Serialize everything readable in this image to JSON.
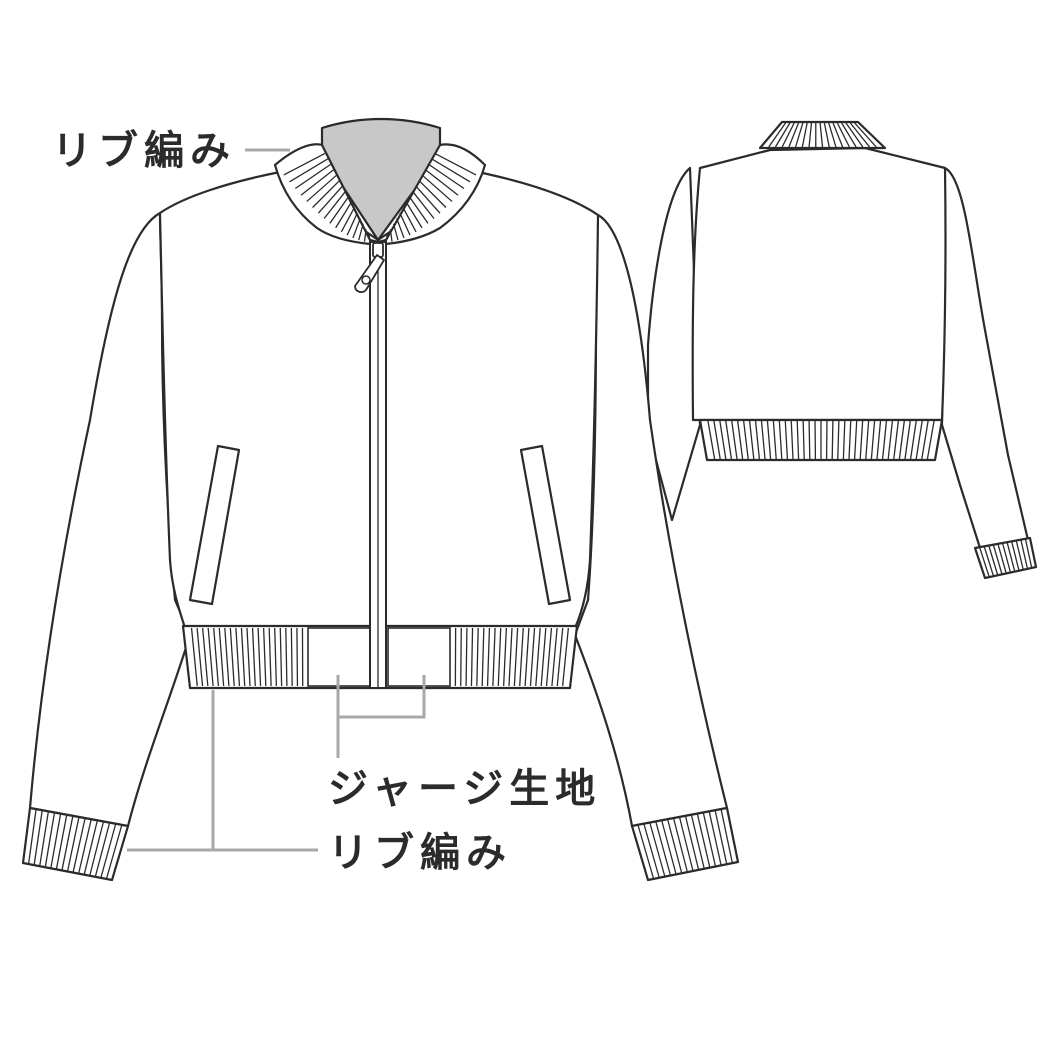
{
  "labels": {
    "collar_rib": "リブ編み",
    "jersey": "ジャージ生地",
    "hem_rib": "リブ編み"
  },
  "colors": {
    "line": "#2b2b2b",
    "leader": "#a8a8a8",
    "collar_lining": "#c8c8c8",
    "background": "#ffffff"
  }
}
